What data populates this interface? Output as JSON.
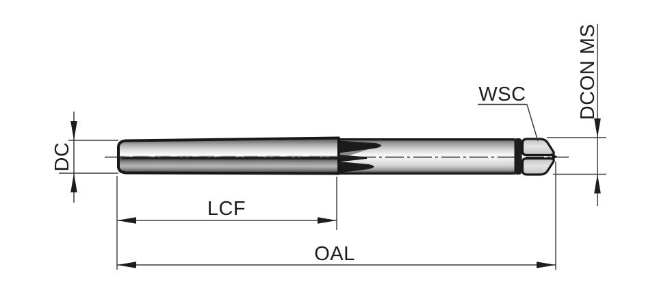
{
  "diagram": {
    "description": "Technical line drawing of a hand reamer (side view) with dimension callouts",
    "labels": {
      "dc": "DC",
      "lcf": "LCF",
      "oal": "OAL",
      "wsc": "WSC",
      "dcon_ms": "DCON MS"
    },
    "colors": {
      "background": "#ffffff",
      "outline": "#181818",
      "dimension_line": "#3a3a3a",
      "text": "#1c1c1c",
      "steel_light": "#d6d6d6"
    }
  }
}
